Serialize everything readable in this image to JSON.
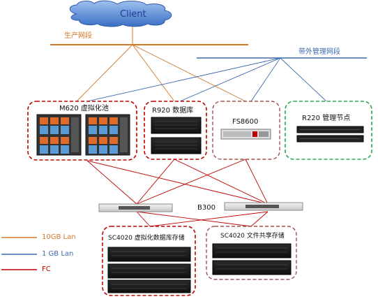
{
  "cloud": {
    "label": "Client"
  },
  "networks": {
    "production": "生产网段",
    "management": "带外管理网段"
  },
  "nodes": {
    "m620": "M620 虚拟化池",
    "r920": "R920 数据库",
    "fs8600": "FS8600",
    "r220": "R220 管理节点",
    "sc4020_db": "SC4020 虚拟化数据库存储",
    "sc4020_file": "SC4020 文件共享存储"
  },
  "switch_label": "B300",
  "legend": [
    {
      "label": "10GB Lan",
      "color": "#d4782a"
    },
    {
      "label": "1 GB Lan",
      "color": "#3d6ab0"
    },
    {
      "label": "FC",
      "color": "#c00000"
    }
  ],
  "colors": {
    "lan10g": "#d4782a",
    "lan1g": "#3d6ab0",
    "fc": "#c00000",
    "group_red": "#c00000",
    "group_brown": "#a05050",
    "group_green": "#2aa84a",
    "cloud_fill": "#3a6fc4"
  }
}
